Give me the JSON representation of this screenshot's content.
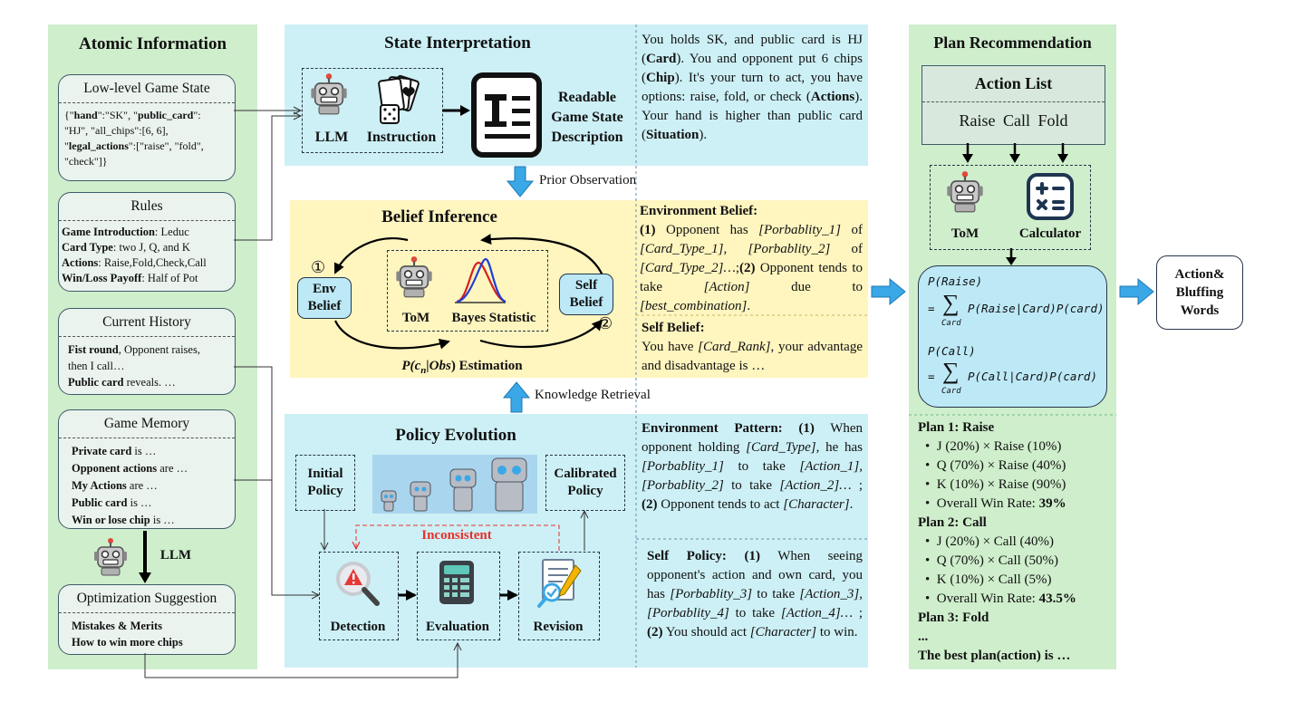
{
  "atomic": {
    "title": "Atomic Information",
    "low_level": {
      "head": "Low-level Game State",
      "l1a": "{\"",
      "l1b": "hand",
      "l1c": "\":\"SK\", \"",
      "l1d": "public_card",
      "l1e": "\":",
      "l2": "\"HJ\", \"all_chips\":[6, 6],",
      "l3a": "\"",
      "l3b": "legal_actions",
      "l3c": "\":[\"raise\", \"fold\",",
      "l4": "\"check\"]}"
    },
    "rules": {
      "head": "Rules",
      "items": [
        {
          "k": "Game Introduction",
          "v": ": Leduc"
        },
        {
          "k": "Card Type",
          "v": ": two J, Q, and K"
        },
        {
          "k": "Actions",
          "v": ": Raise,Fold,Check,Call"
        },
        {
          "k": "Win/Loss Payoff",
          "v": ": Half of Pot"
        }
      ]
    },
    "history": {
      "head": "Current History",
      "l1k": "Fist round",
      "l1v": ", Opponent raises,",
      "l2": "then I call…",
      "l3k": "Public card",
      "l3v": " reveals. …"
    },
    "memory": {
      "head": "Game Memory",
      "items": [
        {
          "k": "Private card",
          "v": " is …"
        },
        {
          "k": "Opponent actions",
          "v": " are …"
        },
        {
          "k": "My Actions",
          "v": " are …"
        },
        {
          "k": "Public card",
          "v": " is …"
        },
        {
          "k": "Win or lose chip",
          "v": " is …"
        }
      ]
    },
    "llm_label": "LLM",
    "optimization": {
      "head": "Optimization Suggestion",
      "l1": "Mistakes & Merits",
      "l2": "How to win more chips"
    }
  },
  "state": {
    "title": "State Interpretation",
    "llm": "LLM",
    "instruction": "Instruction",
    "readable": [
      "Readable",
      "Game State",
      "Description"
    ],
    "text": {
      "a": "You holds SK, and public card is HJ (",
      "b": "Card",
      "c": "). You and opponent put 6 chips (",
      "d": "Chip",
      "e": "). It's your turn to act, you have options: raise, fold, or check (",
      "f": "Actions",
      "g": "). Your hand is higher than public card (",
      "h": "Situation",
      "i": ")."
    }
  },
  "prior_observation": "Prior Observation",
  "belief": {
    "title": "Belief Inference",
    "env_belief": "Env Belief",
    "self_belief": "Self Belief",
    "tom": "ToM",
    "bayes": "Bayes Statistic",
    "num1": "①",
    "num2": "②",
    "estimation_pre": "P(",
    "estimation_c": "c",
    "estimation_n": "n",
    "estimation_mid": "|",
    "estimation_obs": "Obs",
    "estimation_post": ") Estimation",
    "env_text": {
      "head": "Environment Belief:",
      "n1": "(1)",
      "a": " Opponent has ",
      "p1": "[Porbablity_1]",
      "b": " of ",
      "c1": "[Card_Type_1]",
      "c": ", ",
      "p2": "[Porbablity_2]",
      "d": " of ",
      "c2": "[Card_Type_2]…",
      "e": ";",
      "n2": "(2)",
      "f": " Opponent tends to take ",
      "act": "[Action]",
      "g": " due to ",
      "best": "[best_combination]",
      "h": "."
    },
    "self_text": {
      "head": "Self Belief:",
      "a": "You have ",
      "rank": "[Card_Rank]",
      "b": ", your advantage and disadvantage is …"
    }
  },
  "knowledge_retrieval": "Knowledge Retrieval",
  "policy": {
    "title": "Policy Evolution",
    "initial": "Initial Policy",
    "calibrated": "Calibrated Policy",
    "inconsistent": "Inconsistent",
    "detection": "Detection",
    "evaluation": "Evaluation",
    "revision": "Revision",
    "env_text": {
      "head": "Environment Pattern:",
      "n1": " (1)",
      "a": " When opponent holding ",
      "ct": "[Card_Type]",
      "b": ", he has ",
      "p1": "[Porbablity_1]",
      "c": " to take ",
      "a1": "[Action_1]",
      "d": ", ",
      "p2": "[Porbablity_2]",
      "e": " to take ",
      "a2": "[Action_2]…",
      "f": " ; ",
      "n2": "(2)",
      "g": " Opponent tends to act ",
      "ch": "[Character]",
      "h": "."
    },
    "self_text": {
      "head": "Self Policy:",
      "n1": " (1)",
      "a": " When seeing opponent's action and own card, you has ",
      "p3": "[Porbablity_3]",
      "b": " to take ",
      "a3": "[Action_3]",
      "c": ", ",
      "p4": "[Porbablity_4]",
      "d": " to take ",
      "a4": "[Action_4]…",
      "e": " ; ",
      "n2": "(2)",
      "f": " You should act ",
      "ch": "[Character]",
      "g": " to win."
    }
  },
  "plan": {
    "title": "Plan Recommendation",
    "action_list": "Action List",
    "actions": [
      "Raise",
      "Call",
      "Fold"
    ],
    "tom": "ToM",
    "calculator": "Calculator",
    "f1_head": "P(Raise)",
    "f1_eq": "P(Raise|Card)P(card)",
    "f2_head": "P(Call)",
    "f2_eq": "P(Call|Card)P(card)",
    "sum_sub": "Card",
    "output": [
      "Action&",
      "Bluffing",
      "Words"
    ],
    "plans": [
      {
        "head": "Plan 1: Raise",
        "items": [
          "J (20%) × Raise (10%)",
          "Q (70%) × Raise (40%)",
          "K (10%) × Raise (90%)"
        ],
        "overall": "Overall Win Rate: ",
        "rate": "39%"
      },
      {
        "head": "Plan 2: Call",
        "items": [
          "J (20%) × Call (40%)",
          "Q (70%) × Call (50%)",
          "K (10%) × Call (5%)"
        ],
        "overall": "Overall Win Rate: ",
        "rate": "43.5%"
      },
      {
        "head": "Plan 3: Fold",
        "items": [],
        "overall": "",
        "rate": ""
      }
    ],
    "ellipsis": "...",
    "best": "The best plan(action) is …"
  },
  "colors": {
    "green_panel": "#cfeecc",
    "blue_panel": "#cdf0f6",
    "yellow_panel": "#fff5bf",
    "arrow_blue": "#3aa8e6",
    "inconsistent_red": "#e8302c"
  }
}
